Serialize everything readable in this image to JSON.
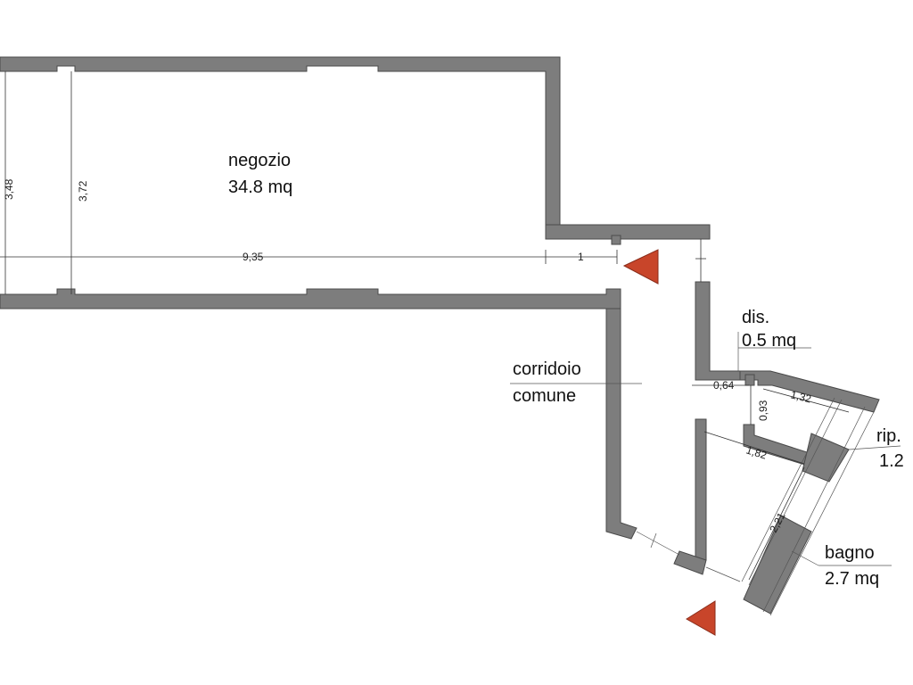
{
  "rooms": {
    "negozio": {
      "name": "negozio",
      "area": "34.8 mq"
    },
    "corridoio": {
      "line1": "corridoio",
      "line2": "comune"
    },
    "dis": {
      "name": "dis.",
      "area": "0.5 mq"
    },
    "rip": {
      "name": "rip.",
      "area": "1.2"
    },
    "bagno": {
      "name": "bagno",
      "area": "2.7 mq"
    }
  },
  "dimensions": {
    "width_main": "9,35",
    "width_ext": "1",
    "height_inner": "3,72",
    "height_outer": "3,48",
    "dis_width": "0,64",
    "dis_depth": "0,93",
    "bath_top": "1,32",
    "bath_mid": "1,82",
    "bath_len": "2,21"
  },
  "colors": {
    "wall": "#7d7d7d",
    "entrance_arrow": "#c8452a"
  }
}
